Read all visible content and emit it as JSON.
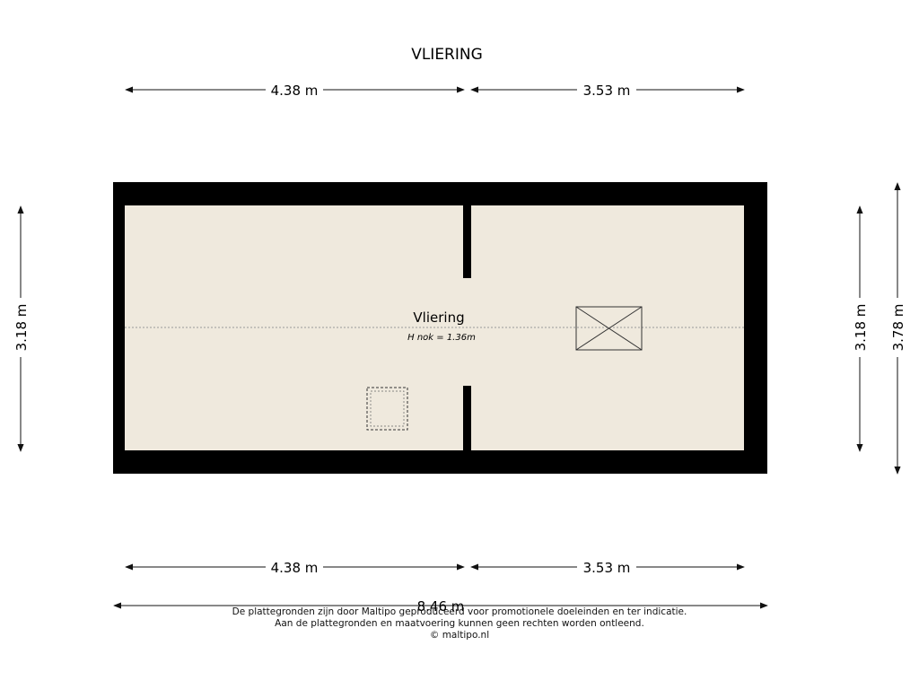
{
  "title": "VLIERING",
  "dimensions": {
    "top_left": "4.38 m",
    "top_right": "3.53 m",
    "bottom_left": "4.38 m",
    "bottom_right": "3.53 m",
    "total_width": "8.46 m",
    "left_height": "3.18 m",
    "right_inner_height": "3.18 m",
    "right_outer_height": "3.78 m"
  },
  "room": {
    "name": "Vliering",
    "ridge_height": "H nok = 1.36m"
  },
  "disclaimer": {
    "line1": "De plattegronden zijn door Maltipo geproduceerd voor promotionele doeleinden en ter indicatie.",
    "line2": "Aan de plattegronden en maatvoering kunnen geen rechten worden ontleend.",
    "line3": "© maltipo.nl"
  },
  "colors": {
    "wall": "#000000",
    "floor": "#efe9dd",
    "line": "#111111"
  }
}
